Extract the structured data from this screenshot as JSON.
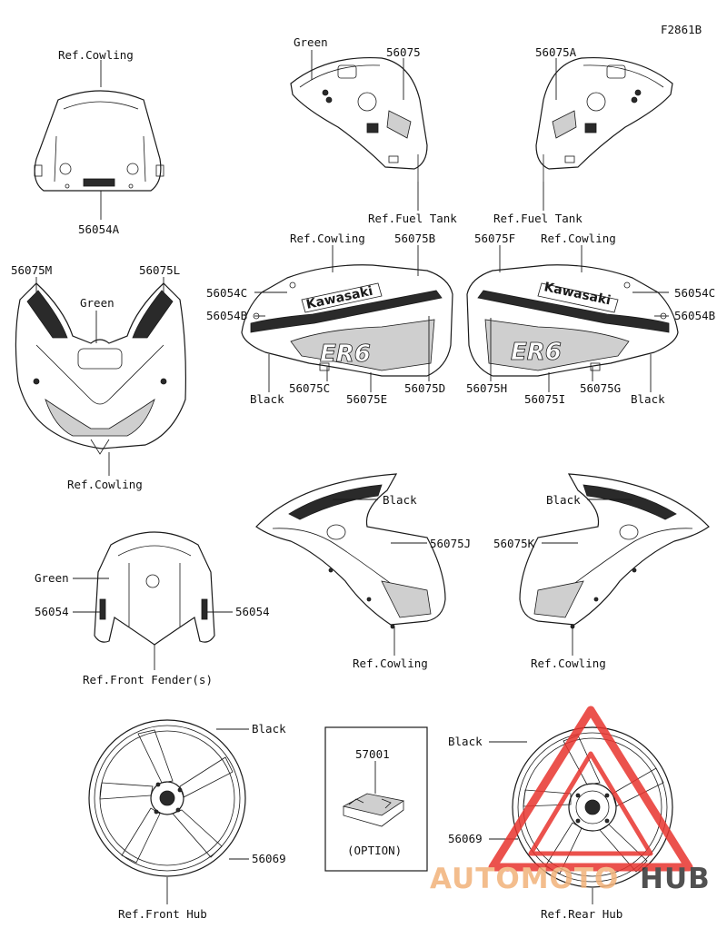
{
  "diagram_id": "F2861B",
  "sections": {
    "windshield": {
      "ref": "Ref.Cowling",
      "part": "56054A"
    },
    "fuel_tank_left": {
      "color": "Green",
      "part": "56075",
      "ref": "Ref.Fuel Tank"
    },
    "fuel_tank_right": {
      "part": "56075A",
      "ref": "Ref.Fuel Tank"
    },
    "upper_cowl": {
      "left": "56075M",
      "right": "56075L",
      "color": "Green",
      "ref": "Ref.Cowling"
    },
    "side_cowl_left": {
      "ref": "Ref.Cowling",
      "p1": "56054C",
      "p2": "56054B",
      "p3": "56075B",
      "black": "Black",
      "p4": "56075C",
      "p5": "56075E",
      "p6": "56075D"
    },
    "side_cowl_right": {
      "p1": "56075F",
      "ref": "Ref.Cowling",
      "p2": "56054C",
      "p3": "56054B",
      "p4": "56075H",
      "p5": "56075I",
      "p6": "56075G",
      "black": "Black"
    },
    "lower_cowl_left": {
      "black": "Black",
      "part": "56075J",
      "ref": "Ref.Cowling"
    },
    "lower_cowl_right": {
      "black": "Black",
      "part": "56075K",
      "ref": "Ref.Cowling"
    },
    "front_fender": {
      "color": "Green",
      "left": "56054",
      "right": "56054",
      "ref": "Ref.Front Fender(s)"
    },
    "front_wheel": {
      "black": "Black",
      "part": "56069",
      "ref": "Ref.Front Hub"
    },
    "kit": {
      "part": "57001",
      "note": "(OPTION)"
    },
    "rear_wheel": {
      "black": "Black",
      "part": "56069",
      "ref": "Ref.Rear Hub"
    }
  },
  "decal_text": {
    "brand": "Kawasaki",
    "model": "ER6"
  },
  "watermark": {
    "brand_a": "AUTOMOTO",
    "brand_b": "HUB",
    "color_a": "#f2b27a",
    "color_b": "#333333",
    "logo_color": "#e8342e"
  }
}
